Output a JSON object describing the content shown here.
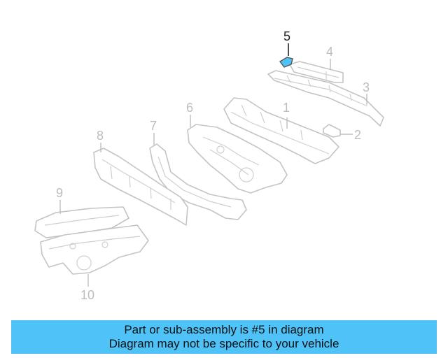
{
  "diagram": {
    "callouts": [
      "1",
      "2",
      "3",
      "4",
      "5",
      "6",
      "7",
      "8",
      "9",
      "10"
    ],
    "highlighted_callout": "5",
    "highlight_color": "#4fc3f7"
  },
  "banner": {
    "line1": "Part or sub-assembly is #5 in diagram",
    "line2": "Diagram may not be specific to your vehicle",
    "background": "#4fc3f7"
  }
}
